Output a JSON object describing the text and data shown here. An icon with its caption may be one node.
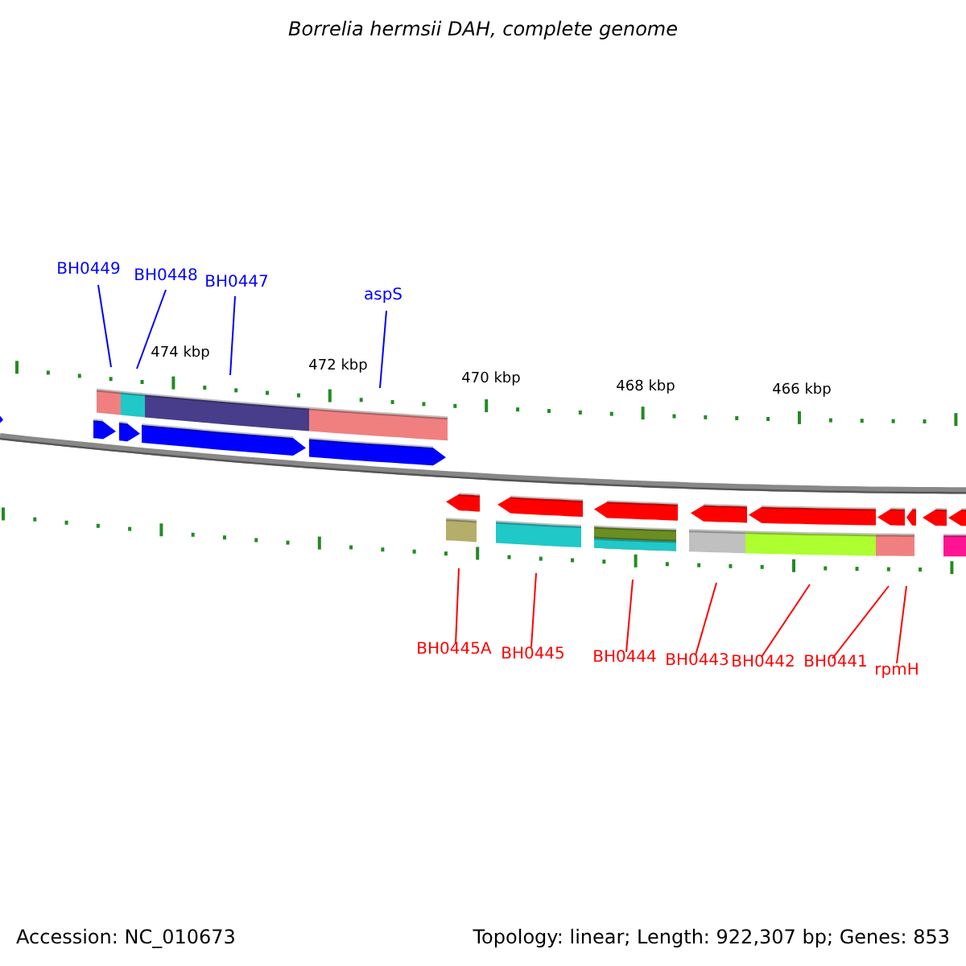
{
  "diagram": {
    "title": "Borrelia hermsii DAH, complete genome",
    "nodes": [
      {
        "text": [
          "BH0449"
        ]
      },
      {
        "text": [
          "BH0448"
        ]
      },
      {
        "text": [
          "BH0447"
        ]
      },
      {
        "text": [
          "aspS"
        ]
      },
      {
        "text": [
          "BH0445A"
        ]
      },
      {
        "text": [
          "BH0445"
        ]
      },
      {
        "text": [
          "BH0444"
        ]
      },
      {
        "text": [
          "BH0443"
        ]
      },
      {
        "text": [
          "BH0442"
        ]
      },
      {
        "text": [
          "BH0441"
        ]
      },
      {
        "text": [
          "rpmH"
        ]
      }
    ],
    "edges": [
      {
        "from": 0,
        "to": null,
        "arrow": "none",
        "color": "#0000ff"
      },
      {
        "from": 1,
        "to": null,
        "arrow": "none",
        "color": "#0000ff"
      },
      {
        "from": 2,
        "to": null,
        "arrow": "none",
        "color": "#0000ff"
      },
      {
        "from": 3,
        "to": null,
        "arrow": "none",
        "color": "#0000ff"
      },
      {
        "from": 4,
        "to": null,
        "arrow": "none"
      },
      {
        "from": 5,
        "to": null,
        "arrow": "none"
      },
      {
        "from": 6,
        "to": null,
        "arrow": "none"
      },
      {
        "from": 7,
        "to": null,
        "arrow": "none"
      },
      {
        "from": 8,
        "to": null,
        "arrow": "none"
      },
      {
        "from": 9,
        "to": null,
        "arrow": "none"
      },
      {
        "from": 10,
        "to": null,
        "arrow": "none"
      }
    ],
    "labels": [
      "474 kbp",
      "472 kbp",
      "470 kbp",
      "468 kbp",
      "466 kbp",
      "Accession: NC_010673",
      "Topology: linear; Length: 922,307 bp; Genes: 853"
    ]
  }
}
